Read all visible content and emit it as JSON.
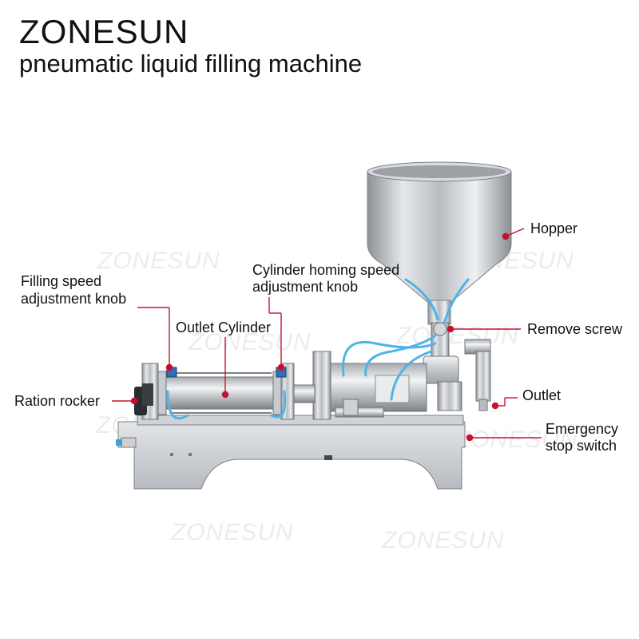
{
  "header": {
    "brand": "ZONESUN",
    "subtitle": "pneumatic liquid filling machine"
  },
  "watermark": "ZONESUN",
  "labels": {
    "hopper": "Hopper",
    "cylinder_homing_1": "Cylinder homing speed",
    "cylinder_homing_2": "adjustment knob",
    "filling_speed_1": "Filling speed",
    "filling_speed_2": "adjustment knob",
    "outlet_cylinder": "Outlet Cylinder",
    "remove_screw": "Remove screw",
    "ration_rocker": "Ration rocker",
    "outlet": "Outlet",
    "emergency_1": "Emergency",
    "emergency_2": "stop switch"
  },
  "colors": {
    "leader": "#c8102e",
    "text": "#111111",
    "steel": "#c9ccd0",
    "tube": "#4fb3e8"
  }
}
